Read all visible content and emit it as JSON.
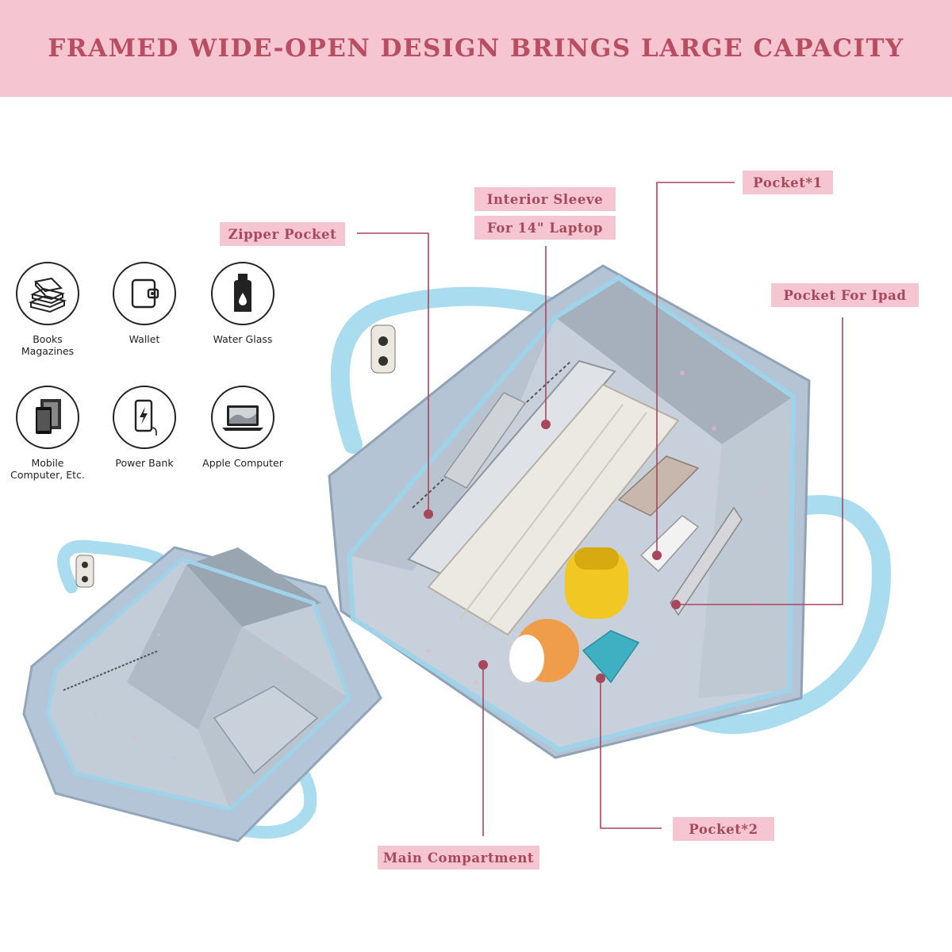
{
  "headline": "FRAMED WIDE-OPEN DESIGN BRINGS LARGE CAPACITY",
  "colors": {
    "banner": "#f5c6d1",
    "headline": "#b94e62",
    "tag_text": "#a8475c",
    "callout_line": "#a8475c",
    "bag_blue": "#a9dcef",
    "lining": "#b9c4d2"
  },
  "icons": [
    {
      "icon": "books-icon",
      "label": "Books\nMagazines"
    },
    {
      "icon": "wallet-icon",
      "label": "Wallet"
    },
    {
      "icon": "water-bottle-icon",
      "label": "Water Glass"
    },
    {
      "icon": "mobile-devices-icon",
      "label": "Mobile\nComputer, Etc."
    },
    {
      "icon": "power-bank-icon",
      "label": "Power Bank"
    },
    {
      "icon": "laptop-icon",
      "label": "Apple Computer"
    }
  ],
  "callouts": {
    "zipper_pocket": "Zipper Pocket",
    "interior_sleeve": "Interior Sleeve",
    "laptop_size": "For 14\" Laptop",
    "pocket_1": "Pocket*1",
    "pocket_ipad": "Pocket For Ipad",
    "pocket_2": "Pocket*2",
    "main_compartment": "Main Compartment"
  }
}
